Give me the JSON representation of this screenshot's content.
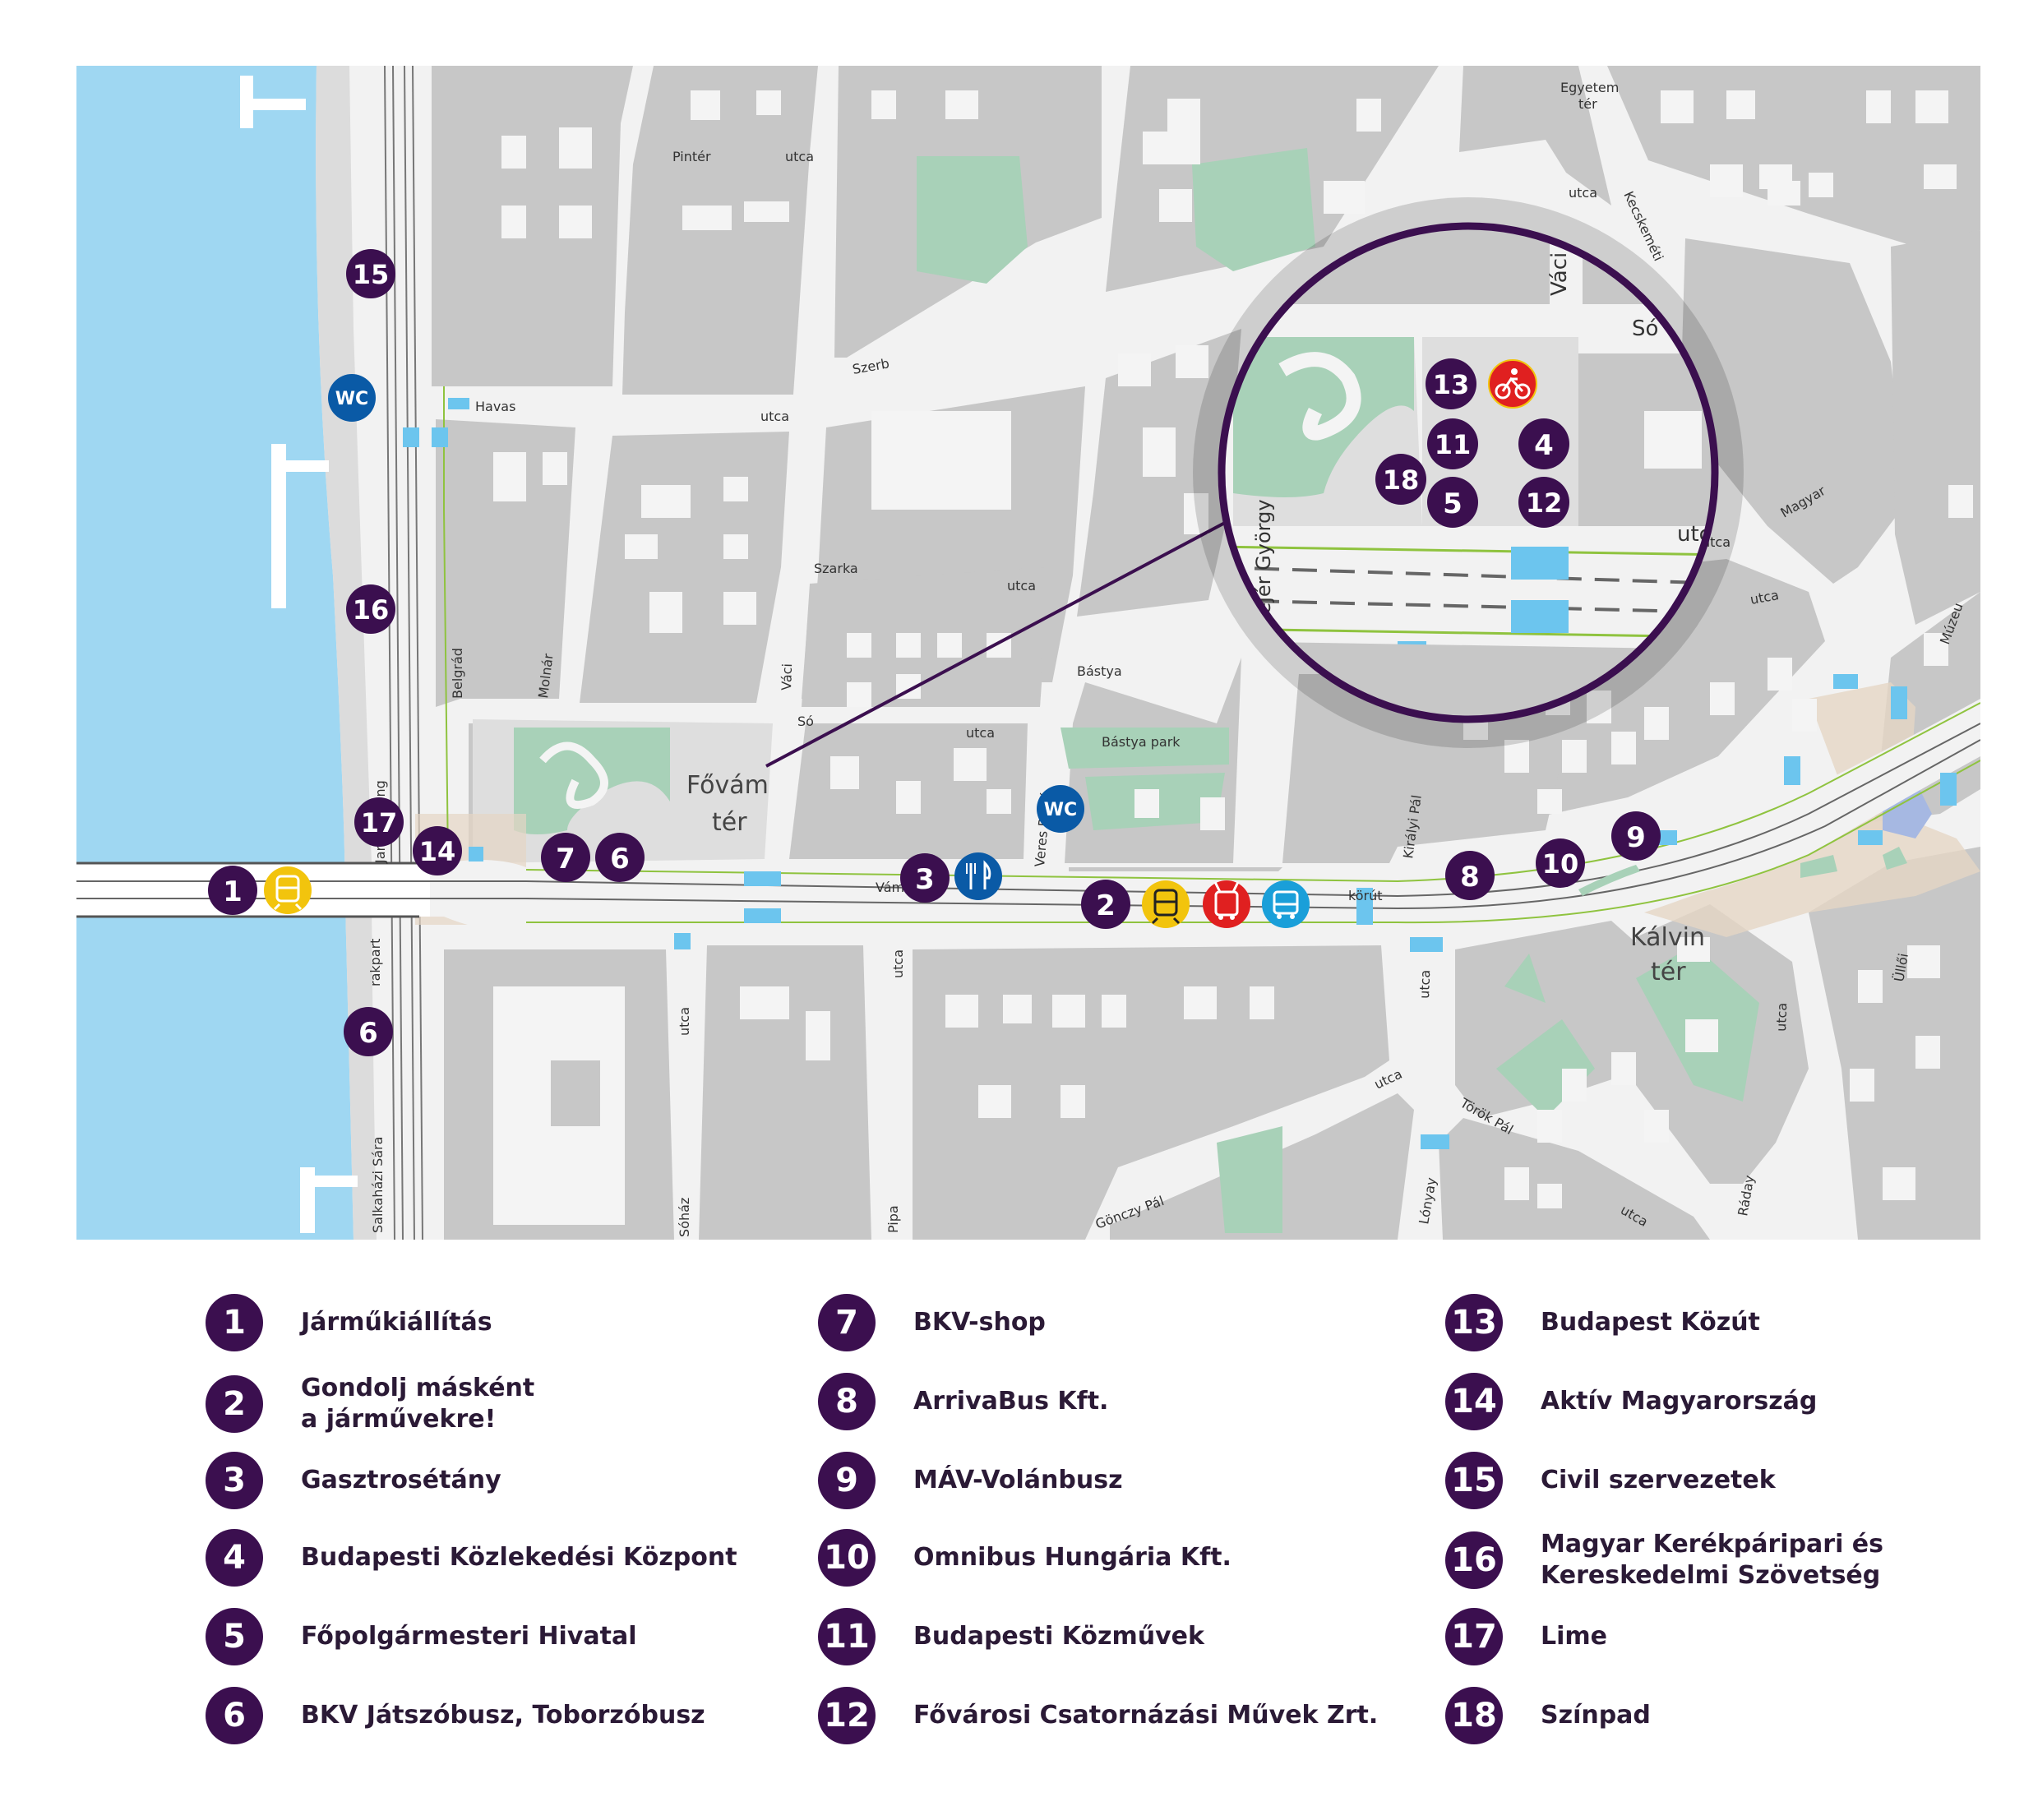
{
  "map": {
    "squares": [
      {
        "id": "fovam-ter-1",
        "text": "Fővám"
      },
      {
        "id": "fovam-ter-2",
        "text": "tér"
      },
      {
        "id": "kalvin-ter-1",
        "text": "Kálvin"
      },
      {
        "id": "kalvin-ter-2",
        "text": "tér"
      }
    ],
    "streets": [
      {
        "id": "pinter",
        "text": "Pintér"
      },
      {
        "id": "pinter-utca",
        "text": "utca"
      },
      {
        "id": "havas",
        "text": "Havas"
      },
      {
        "id": "havas-utca",
        "text": "utca"
      },
      {
        "id": "szerb",
        "text": "Szerb"
      },
      {
        "id": "szarka",
        "text": "Szarka"
      },
      {
        "id": "szarka-utca",
        "text": "utca"
      },
      {
        "id": "so-left",
        "text": "Só"
      },
      {
        "id": "so-left-utca",
        "text": "utca"
      },
      {
        "id": "bastya",
        "text": "Bástya"
      },
      {
        "id": "bastya-park",
        "text": "Bástya park"
      },
      {
        "id": "egyetem",
        "text": "Egyetem"
      },
      {
        "id": "egyetem-ter",
        "text": "tér"
      },
      {
        "id": "top-utca",
        "text": "utca"
      },
      {
        "id": "kecskemeti",
        "text": "Kecskeméti"
      },
      {
        "id": "vaci-zoom",
        "text": "Váci"
      },
      {
        "id": "so-zoom",
        "text": "Só"
      },
      {
        "id": "zoom-utca",
        "text": "utca"
      },
      {
        "id": "magyar",
        "text": "Magyar"
      },
      {
        "id": "right-utca-1",
        "text": "utca"
      },
      {
        "id": "right-utca-2",
        "text": "utca"
      },
      {
        "id": "muzeum",
        "text": "Múzeu"
      },
      {
        "id": "fejer-gyorgy",
        "text": "Fejér György"
      },
      {
        "id": "kiralyi-pal",
        "text": "Királyi Pál"
      },
      {
        "id": "belgrad",
        "text": "Belgrád"
      },
      {
        "id": "molnar",
        "text": "Molnár"
      },
      {
        "id": "vaci",
        "text": "Váci"
      },
      {
        "id": "veres-palne",
        "text": "Veres Pálné"
      },
      {
        "id": "vam",
        "text": "Vám"
      },
      {
        "id": "korut",
        "text": "körút"
      },
      {
        "id": "jane-haining",
        "text": "Jane Haining"
      },
      {
        "id": "rakpart",
        "text": "rakpart"
      },
      {
        "id": "salkahazi",
        "text": "Salkaházi Sára"
      },
      {
        "id": "sohaz",
        "text": "Sóház"
      },
      {
        "id": "sohaz-utca",
        "text": "utca"
      },
      {
        "id": "pipa",
        "text": "Pipa"
      },
      {
        "id": "pipa-utca",
        "text": "utca"
      },
      {
        "id": "lonyay",
        "text": "Lónyay"
      },
      {
        "id": "lonyay-utca",
        "text": "utca"
      },
      {
        "id": "lonyay-utca-2",
        "text": "utca"
      },
      {
        "id": "gonczy-pal",
        "text": "Gönczy Pál"
      },
      {
        "id": "torok-pal",
        "text": "Török Pál"
      },
      {
        "id": "torok-utca",
        "text": "utca"
      },
      {
        "id": "raday",
        "text": "Ráday"
      },
      {
        "id": "raday-utca",
        "text": "utca"
      },
      {
        "id": "ulloi",
        "text": "Üllői"
      }
    ],
    "markers": [
      {
        "id": "m1",
        "text": "1"
      },
      {
        "id": "m2",
        "text": "2"
      },
      {
        "id": "m3",
        "text": "3"
      },
      {
        "id": "m4",
        "text": "4"
      },
      {
        "id": "m5",
        "text": "5"
      },
      {
        "id": "m6a",
        "text": "6"
      },
      {
        "id": "m6b",
        "text": "6"
      },
      {
        "id": "m7",
        "text": "7"
      },
      {
        "id": "m8",
        "text": "8"
      },
      {
        "id": "m9",
        "text": "9"
      },
      {
        "id": "m10",
        "text": "10"
      },
      {
        "id": "m11",
        "text": "11"
      },
      {
        "id": "m12",
        "text": "12"
      },
      {
        "id": "m13",
        "text": "13"
      },
      {
        "id": "m14",
        "text": "14"
      },
      {
        "id": "m15",
        "text": "15"
      },
      {
        "id": "m16",
        "text": "16"
      },
      {
        "id": "m17",
        "text": "17"
      },
      {
        "id": "m18",
        "text": "18"
      }
    ],
    "wc_label": "WC",
    "colors": {
      "water": "#9fd7f2",
      "block": "#c7c7c7",
      "building": "#f4f4f4",
      "park": "#a8d1b8",
      "street": "#f2f2f2",
      "marker": "#3b0f4f",
      "tram": "#f2c40d",
      "trolley": "#e02020",
      "bus": "#1a9fd9",
      "wc": "#0a5aa6",
      "bike": "#e02020",
      "route": "#8fc33f",
      "crossing": "#6cc5ee"
    },
    "icons": [
      "tram-icon",
      "trolleybus-icon",
      "bus-icon",
      "fork-knife-icon",
      "bike-icon"
    ]
  },
  "legend": [
    {
      "num": "1",
      "label": "Járműkiállítás"
    },
    {
      "num": "2",
      "label": "Gondolj másként\na járművekre!"
    },
    {
      "num": "3",
      "label": "Gasztrosétány"
    },
    {
      "num": "4",
      "label": "Budapesti Közlekedési Központ"
    },
    {
      "num": "5",
      "label": "Főpolgármesteri Hivatal"
    },
    {
      "num": "6",
      "label": "BKV Játszóbusz, Toborzóbusz"
    },
    {
      "num": "7",
      "label": "BKV-shop"
    },
    {
      "num": "8",
      "label": "ArrivaBus Kft."
    },
    {
      "num": "9",
      "label": "MÁV-Volánbusz"
    },
    {
      "num": "10",
      "label": "Omnibus Hungária Kft."
    },
    {
      "num": "11",
      "label": "Budapesti Közművek"
    },
    {
      "num": "12",
      "label": "Fővárosi Csatornázási Művek Zrt."
    },
    {
      "num": "13",
      "label": "Budapest Közút"
    },
    {
      "num": "14",
      "label": "Aktív Magyarország"
    },
    {
      "num": "15",
      "label": "Civil szervezetek"
    },
    {
      "num": "16",
      "label": "Magyar Kerékpáripari és\nKereskedelmi Szövetség"
    },
    {
      "num": "17",
      "label": "Lime"
    },
    {
      "num": "18",
      "label": "Színpad"
    }
  ]
}
